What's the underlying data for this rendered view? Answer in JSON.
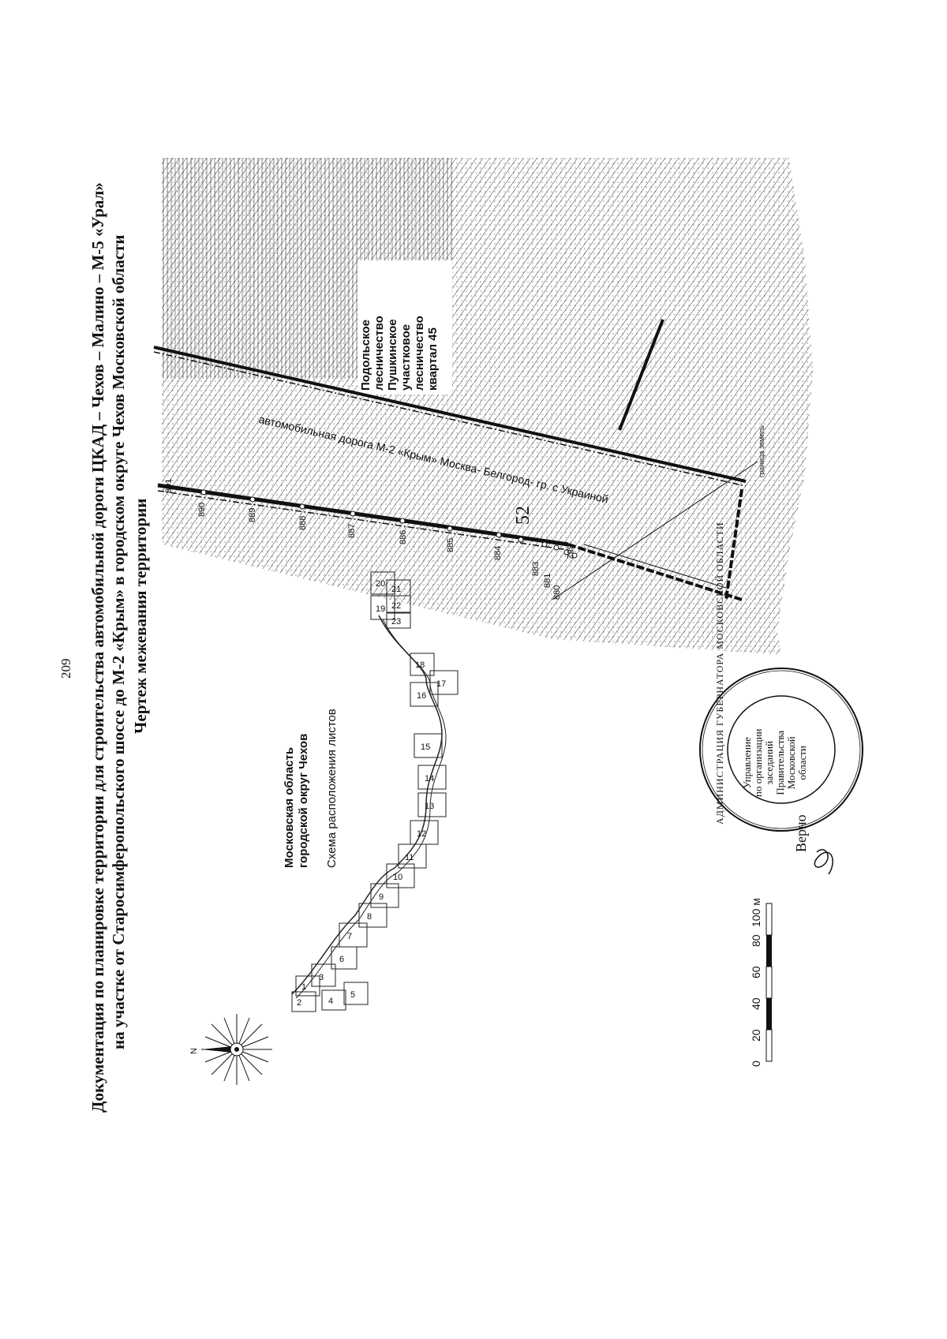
{
  "page_number": "209",
  "title": {
    "line1": "Документация по планировке территории для строительства автомобильной дороги ЦКАД – Чехов – Малино – М-5 «Урал»",
    "line2": "на участке от Старосимферопольского шоссе до М-2 «Крым» в городском округе Чехов Московской области",
    "line3": "Чертеж межевания территории"
  },
  "map": {
    "forest_label": [
      "Подольское",
      "лесничество",
      "Пушкинское",
      "участковое",
      "лесничество",
      "квартал 45"
    ],
    "road_label": "автомобильная дорога М-2 «Крым» Москва- Белгород- гр. с Украиной",
    "small_label": "граница земель",
    "annotation": "52",
    "pickets": [
      "880",
      "881",
      "882",
      "883",
      "884",
      "885",
      "886",
      "887",
      "888",
      "889",
      "890",
      "891"
    ]
  },
  "inset": {
    "region_line1": "Московская область",
    "region_line2": "городской округ Чехов",
    "scheme_title": "Схема расположения листов",
    "sheets": [
      "1",
      "2",
      "3",
      "4",
      "5",
      "6",
      "7",
      "8",
      "9",
      "10",
      "11",
      "12",
      "13",
      "14",
      "15",
      "16",
      "17",
      "18",
      "19",
      "20",
      "21",
      "22",
      "23"
    ],
    "north": "N"
  },
  "scale_bar": {
    "ticks": [
      "0",
      "20",
      "40",
      "60",
      "80",
      "100 м"
    ]
  },
  "stamp": {
    "ring_text": "АДМИНИСТРАЦИЯ ГУБЕРНАТОРА МОСКОВСКОЙ ОБЛАСТИ",
    "inner_lines": [
      "Управление",
      "по организации",
      "заседаний",
      "Правительства",
      "Московской",
      "области"
    ],
    "signature_word": "Верно"
  }
}
